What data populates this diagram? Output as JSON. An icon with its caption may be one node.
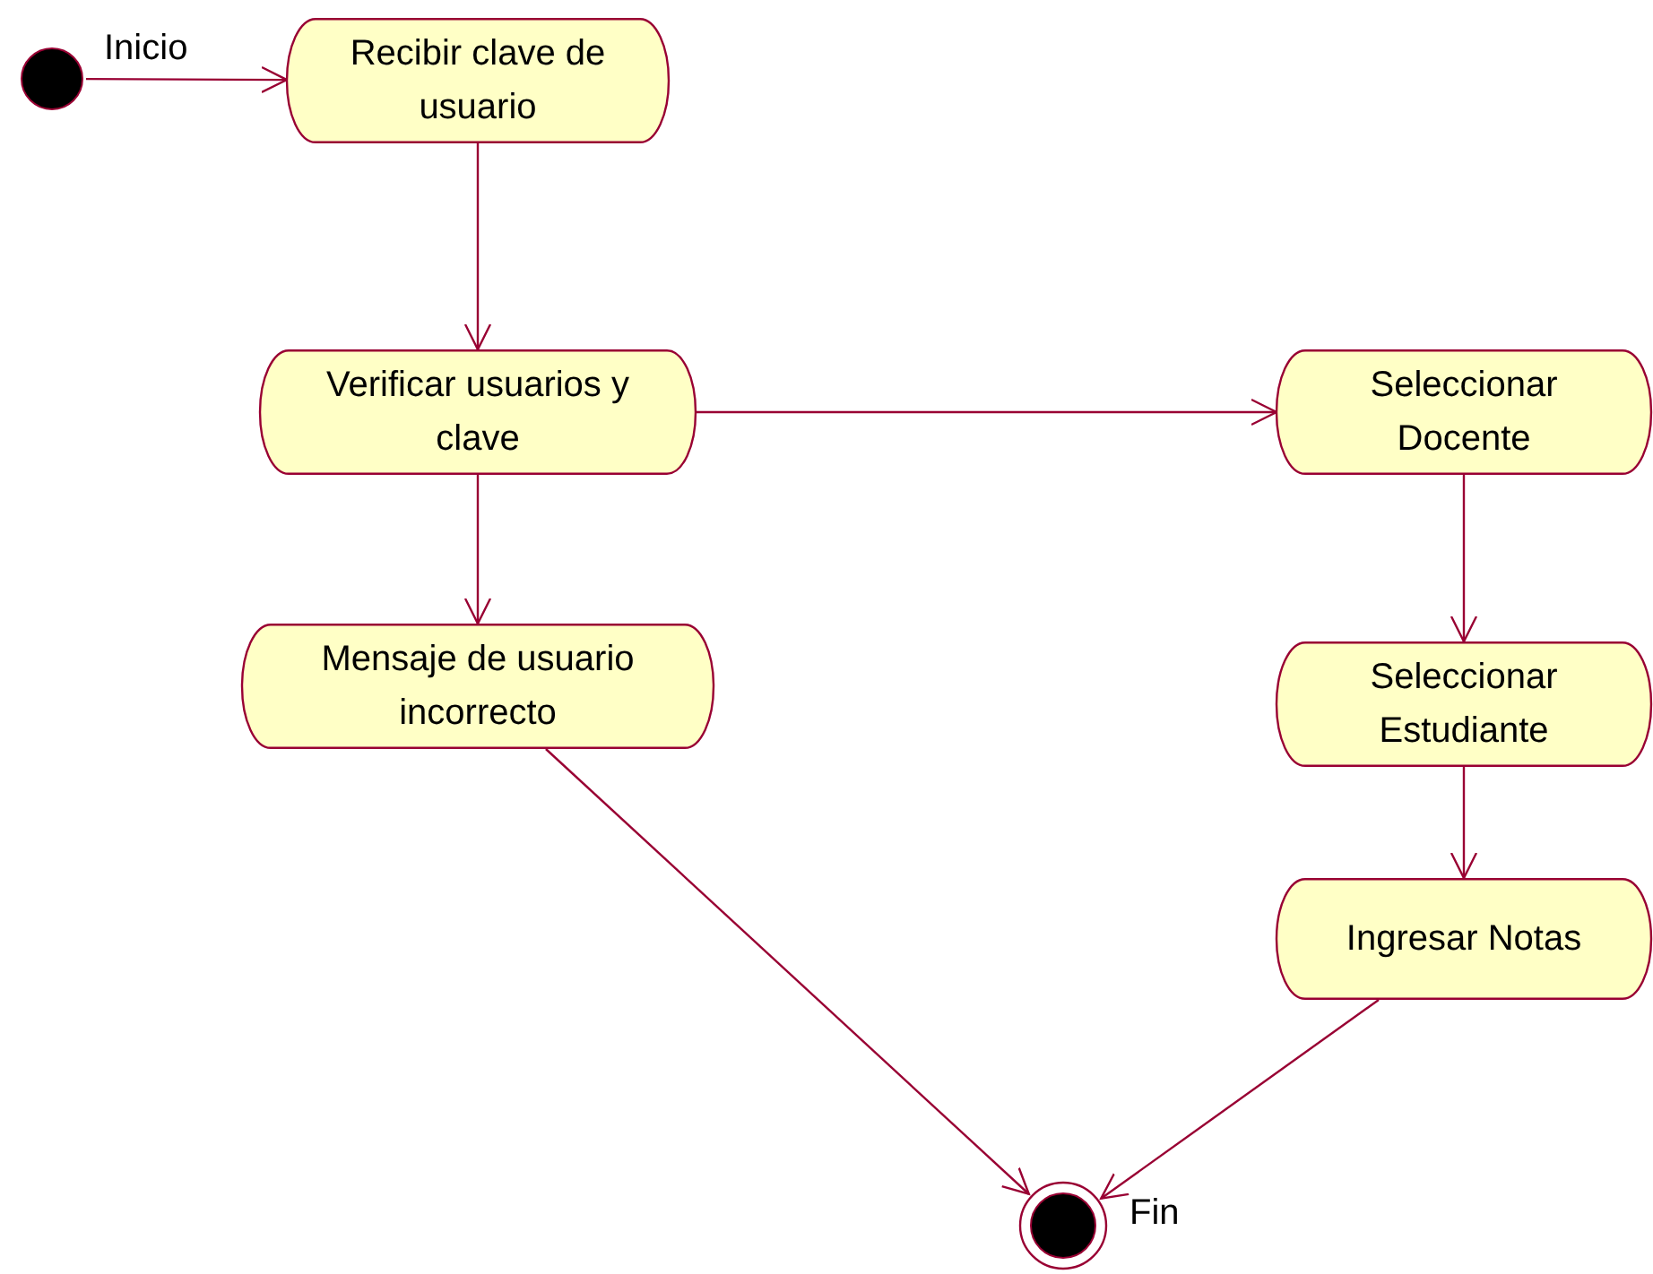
{
  "diagram": {
    "nodes": [
      {
        "text": [],
        "shape": "circle",
        "beside": [
          "Inicio"
        ]
      },
      {
        "text": [
          "Recibir clave de usuario"
        ]
      },
      {
        "text": [
          "Verificar usuarios y clave"
        ]
      },
      {
        "text": [
          "Mensaje de usuario incorrecto"
        ]
      },
      {
        "text": [
          "Seleccionar Docente"
        ]
      },
      {
        "text": [
          "Seleccionar Estudiante"
        ]
      },
      {
        "text": [
          "Ingresar Notas"
        ]
      },
      {
        "text": [],
        "shape": "circle",
        "beside": [
          "Fin"
        ]
      }
    ],
    "edges": [
      {
        "from": 0,
        "to": 1,
        "arrow": "to"
      },
      {
        "from": 1,
        "to": 2,
        "arrow": "to"
      },
      {
        "from": 2,
        "to": 3,
        "arrow": "to"
      },
      {
        "from": 2,
        "to": 4,
        "arrow": "to"
      },
      {
        "from": 4,
        "to": 5,
        "arrow": "to"
      },
      {
        "from": 5,
        "to": 6,
        "arrow": "to"
      },
      {
        "from": 3,
        "to": 7,
        "arrow": "to"
      },
      {
        "from": 6,
        "to": 7,
        "arrow": "to"
      }
    ]
  }
}
